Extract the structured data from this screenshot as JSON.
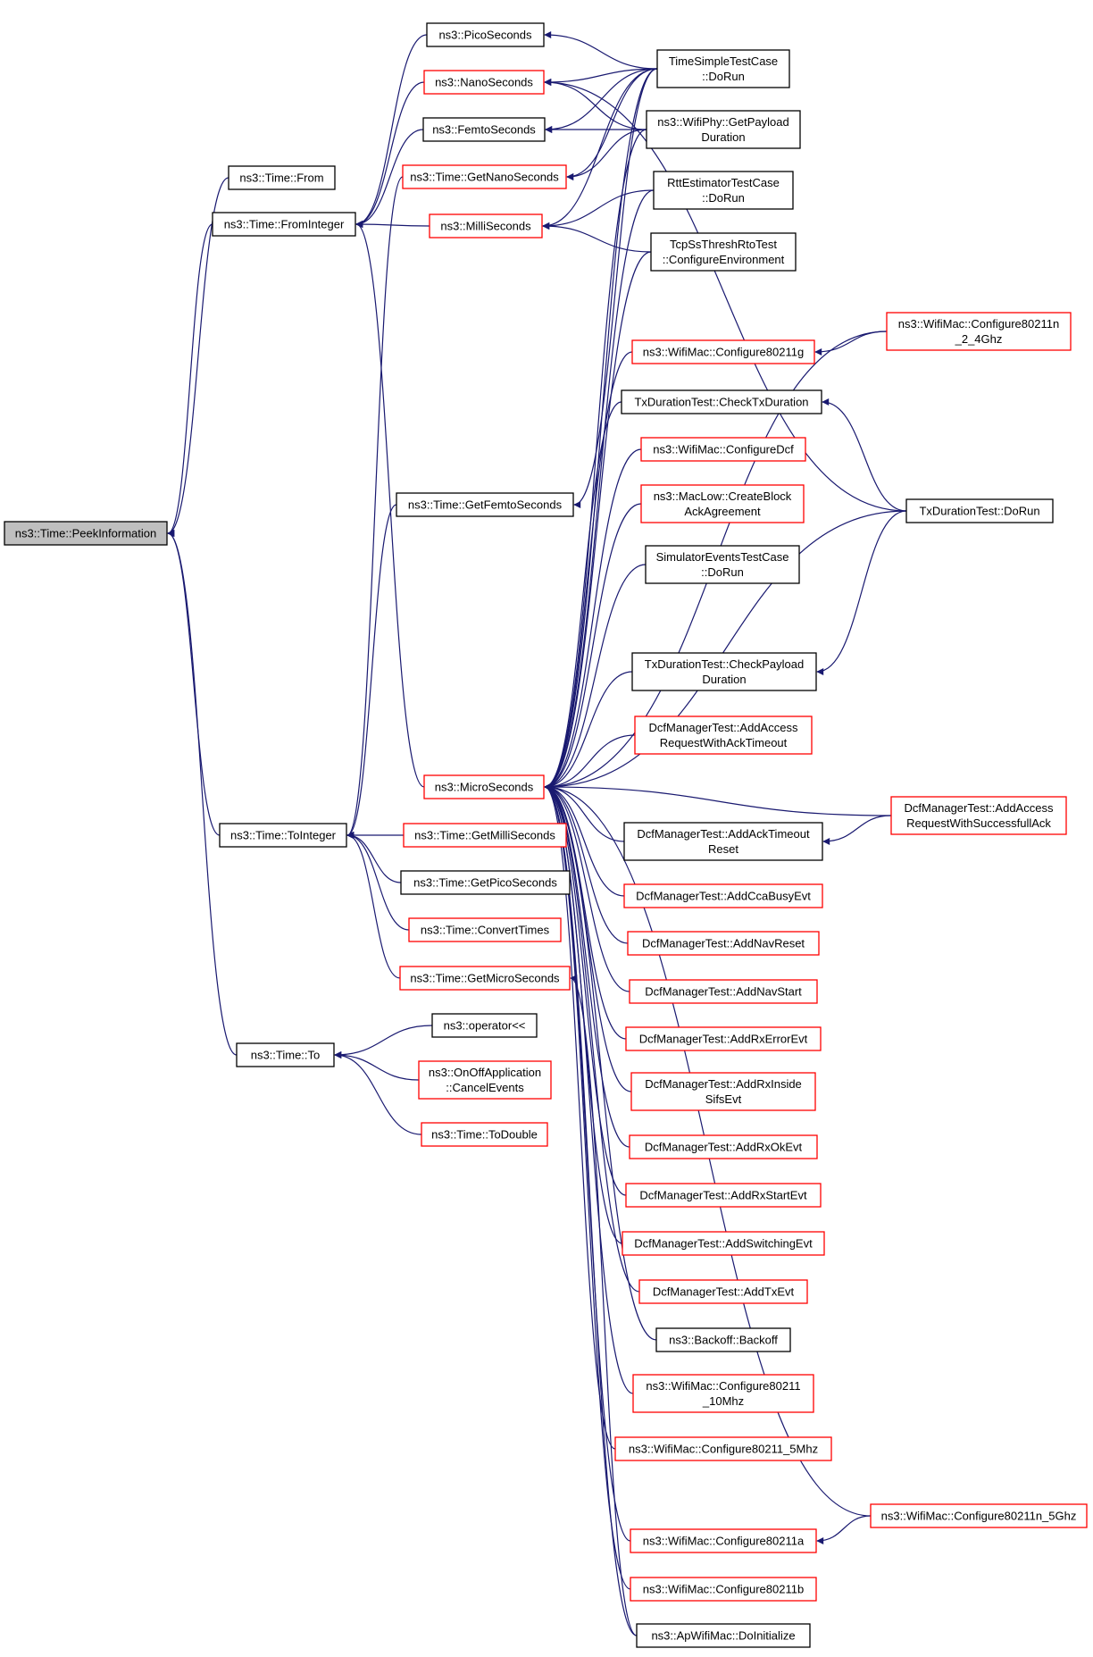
{
  "colors": {
    "edge": "#191970",
    "border": "#000000",
    "border_truncated": "#ff0000",
    "root_fill": "#bfbfbf"
  },
  "nodes": [
    {
      "id": "peek",
      "lines": [
        "ns3::Time::PeekInformation"
      ],
      "variant": "root"
    },
    {
      "id": "from",
      "lines": [
        "ns3::Time::From"
      ],
      "variant": "normal"
    },
    {
      "id": "frominteger",
      "lines": [
        "ns3::Time::FromInteger"
      ],
      "variant": "normal"
    },
    {
      "id": "tointeger",
      "lines": [
        "ns3::Time::ToInteger"
      ],
      "variant": "normal"
    },
    {
      "id": "to",
      "lines": [
        "ns3::Time::To"
      ],
      "variant": "normal"
    },
    {
      "id": "pico",
      "lines": [
        "ns3::PicoSeconds"
      ],
      "variant": "normal"
    },
    {
      "id": "nano",
      "lines": [
        "ns3::NanoSeconds"
      ],
      "variant": "red"
    },
    {
      "id": "femto",
      "lines": [
        "ns3::FemtoSeconds"
      ],
      "variant": "normal"
    },
    {
      "id": "getnano",
      "lines": [
        "ns3::Time::GetNanoSeconds"
      ],
      "variant": "red"
    },
    {
      "id": "milli",
      "lines": [
        "ns3::MilliSeconds"
      ],
      "variant": "red"
    },
    {
      "id": "getfemto",
      "lines": [
        "ns3::Time::GetFemtoSeconds"
      ],
      "variant": "normal"
    },
    {
      "id": "micro",
      "lines": [
        "ns3::MicroSeconds"
      ],
      "variant": "red"
    },
    {
      "id": "getmilli",
      "lines": [
        "ns3::Time::GetMilliSeconds"
      ],
      "variant": "red"
    },
    {
      "id": "getpico",
      "lines": [
        "ns3::Time::GetPicoSeconds"
      ],
      "variant": "normal"
    },
    {
      "id": "convert",
      "lines": [
        "ns3::Time::ConvertTimes"
      ],
      "variant": "red"
    },
    {
      "id": "getmicro",
      "lines": [
        "ns3::Time::GetMicroSeconds"
      ],
      "variant": "red"
    },
    {
      "id": "oplt",
      "lines": [
        "ns3::operator<<"
      ],
      "variant": "normal"
    },
    {
      "id": "onoff",
      "lines": [
        "ns3::OnOffApplication",
        "::CancelEvents"
      ],
      "variant": "red"
    },
    {
      "id": "todouble",
      "lines": [
        "ns3::Time::ToDouble"
      ],
      "variant": "red"
    },
    {
      "id": "timesimple",
      "lines": [
        "TimeSimpleTestCase",
        "::DoRun"
      ],
      "variant": "normal"
    },
    {
      "id": "wifiphy",
      "lines": [
        "ns3::WifiPhy::GetPayload",
        "Duration"
      ],
      "variant": "normal"
    },
    {
      "id": "rttest",
      "lines": [
        "RttEstimatorTestCase",
        "::DoRun"
      ],
      "variant": "normal"
    },
    {
      "id": "tcpss",
      "lines": [
        "TcpSsThreshRtoTest",
        "::ConfigureEnvironment"
      ],
      "variant": "normal"
    },
    {
      "id": "conf11g",
      "lines": [
        "ns3::WifiMac::Configure80211g"
      ],
      "variant": "red"
    },
    {
      "id": "checktx",
      "lines": [
        "TxDurationTest::CheckTxDuration"
      ],
      "variant": "normal"
    },
    {
      "id": "confdcf",
      "lines": [
        "ns3::WifiMac::ConfigureDcf"
      ],
      "variant": "red"
    },
    {
      "id": "maclow",
      "lines": [
        "ns3::MacLow::CreateBlock",
        "AckAgreement"
      ],
      "variant": "red"
    },
    {
      "id": "simevents",
      "lines": [
        "SimulatorEventsTestCase",
        "::DoRun"
      ],
      "variant": "normal"
    },
    {
      "id": "checkpayload",
      "lines": [
        "TxDurationTest::CheckPayload",
        "Duration"
      ],
      "variant": "normal"
    },
    {
      "id": "addaccessack",
      "lines": [
        "DcfManagerTest::AddAccess",
        "RequestWithAckTimeout"
      ],
      "variant": "red"
    },
    {
      "id": "addacktimeout",
      "lines": [
        "DcfManagerTest::AddAckTimeout",
        "Reset"
      ],
      "variant": "normal"
    },
    {
      "id": "addcca",
      "lines": [
        "DcfManagerTest::AddCcaBusyEvt"
      ],
      "variant": "red"
    },
    {
      "id": "addnavreset",
      "lines": [
        "DcfManagerTest::AddNavReset"
      ],
      "variant": "red"
    },
    {
      "id": "addnavstart",
      "lines": [
        "DcfManagerTest::AddNavStart"
      ],
      "variant": "red"
    },
    {
      "id": "addrxerror",
      "lines": [
        "DcfManagerTest::AddRxErrorEvt"
      ],
      "variant": "red"
    },
    {
      "id": "addrxinside",
      "lines": [
        "DcfManagerTest::AddRxInside",
        "SifsEvt"
      ],
      "variant": "red"
    },
    {
      "id": "addrxok",
      "lines": [
        "DcfManagerTest::AddRxOkEvt"
      ],
      "variant": "red"
    },
    {
      "id": "addrxstart",
      "lines": [
        "DcfManagerTest::AddRxStartEvt"
      ],
      "variant": "red"
    },
    {
      "id": "addswitching",
      "lines": [
        "DcfManagerTest::AddSwitchingEvt"
      ],
      "variant": "red"
    },
    {
      "id": "addtx",
      "lines": [
        "DcfManagerTest::AddTxEvt"
      ],
      "variant": "red"
    },
    {
      "id": "backoff",
      "lines": [
        "ns3::Backoff::Backoff"
      ],
      "variant": "normal"
    },
    {
      "id": "conf10",
      "lines": [
        "ns3::WifiMac::Configure80211",
        "_10Mhz"
      ],
      "variant": "red"
    },
    {
      "id": "conf5",
      "lines": [
        "ns3::WifiMac::Configure80211_5Mhz"
      ],
      "variant": "red"
    },
    {
      "id": "conf11a",
      "lines": [
        "ns3::WifiMac::Configure80211a"
      ],
      "variant": "red"
    },
    {
      "id": "conf11b",
      "lines": [
        "ns3::WifiMac::Configure80211b"
      ],
      "variant": "red"
    },
    {
      "id": "apwifi",
      "lines": [
        "ns3::ApWifiMac::DoInitialize"
      ],
      "variant": "normal"
    },
    {
      "id": "conf11n24",
      "lines": [
        "ns3::WifiMac::Configure80211n",
        "_2_4Ghz"
      ],
      "variant": "red"
    },
    {
      "id": "txdurdorun",
      "lines": [
        "TxDurationTest::DoRun"
      ],
      "variant": "normal"
    },
    {
      "id": "addaccesssucc",
      "lines": [
        "DcfManagerTest::AddAccess",
        "RequestWithSuccessfullAck"
      ],
      "variant": "red"
    },
    {
      "id": "conf11n5",
      "lines": [
        "ns3::WifiMac::Configure80211n_5Ghz"
      ],
      "variant": "red"
    }
  ],
  "edges": [
    [
      "from",
      "peek"
    ],
    [
      "frominteger",
      "peek"
    ],
    [
      "tointeger",
      "peek"
    ],
    [
      "to",
      "peek"
    ],
    [
      "pico",
      "frominteger"
    ],
    [
      "nano",
      "frominteger"
    ],
    [
      "femto",
      "frominteger"
    ],
    [
      "milli",
      "frominteger"
    ],
    [
      "micro",
      "frominteger"
    ],
    [
      "getnano",
      "tointeger"
    ],
    [
      "getfemto",
      "tointeger"
    ],
    [
      "getmilli",
      "tointeger"
    ],
    [
      "getpico",
      "tointeger"
    ],
    [
      "convert",
      "tointeger"
    ],
    [
      "getmicro",
      "tointeger"
    ],
    [
      "oplt",
      "to"
    ],
    [
      "onoff",
      "to"
    ],
    [
      "todouble",
      "to"
    ],
    [
      "timesimple",
      "pico"
    ],
    [
      "timesimple",
      "nano"
    ],
    [
      "wifiphy",
      "nano"
    ],
    [
      "wifiphy",
      "femto"
    ],
    [
      "timesimple",
      "femto"
    ],
    [
      "timesimple",
      "getnano"
    ],
    [
      "wifiphy",
      "getnano"
    ],
    [
      "rttest",
      "milli"
    ],
    [
      "tcpss",
      "milli"
    ],
    [
      "timesimple",
      "milli"
    ],
    [
      "txdurdorun",
      "nano"
    ],
    [
      "timesimple",
      "getfemto"
    ],
    [
      "timesimple",
      "micro"
    ],
    [
      "wifiphy",
      "micro"
    ],
    [
      "rttest",
      "micro"
    ],
    [
      "tcpss",
      "micro"
    ],
    [
      "conf11g",
      "micro"
    ],
    [
      "checktx",
      "micro"
    ],
    [
      "confdcf",
      "micro"
    ],
    [
      "maclow",
      "micro"
    ],
    [
      "simevents",
      "micro"
    ],
    [
      "checkpayload",
      "micro"
    ],
    [
      "addaccessack",
      "micro"
    ],
    [
      "addacktimeout",
      "micro"
    ],
    [
      "addcca",
      "micro"
    ],
    [
      "addnavreset",
      "micro"
    ],
    [
      "addnavstart",
      "micro"
    ],
    [
      "addrxerror",
      "micro"
    ],
    [
      "addrxinside",
      "micro"
    ],
    [
      "addrxok",
      "micro"
    ],
    [
      "addrxstart",
      "micro"
    ],
    [
      "addswitching",
      "micro"
    ],
    [
      "addtx",
      "micro"
    ],
    [
      "backoff",
      "micro"
    ],
    [
      "conf10",
      "micro"
    ],
    [
      "conf5",
      "micro"
    ],
    [
      "conf11a",
      "micro"
    ],
    [
      "conf11b",
      "micro"
    ],
    [
      "apwifi",
      "micro"
    ],
    [
      "conf11n24",
      "micro"
    ],
    [
      "txdurdorun",
      "micro"
    ],
    [
      "addaccesssucc",
      "micro"
    ],
    [
      "conf11n5",
      "micro"
    ],
    [
      "conf11n24",
      "conf11g"
    ],
    [
      "txdurdorun",
      "checktx"
    ],
    [
      "txdurdorun",
      "checkpayload"
    ],
    [
      "addaccesssucc",
      "addacktimeout"
    ],
    [
      "conf11n5",
      "conf11a"
    ],
    [
      "apwifi",
      "getmicro"
    ]
  ]
}
